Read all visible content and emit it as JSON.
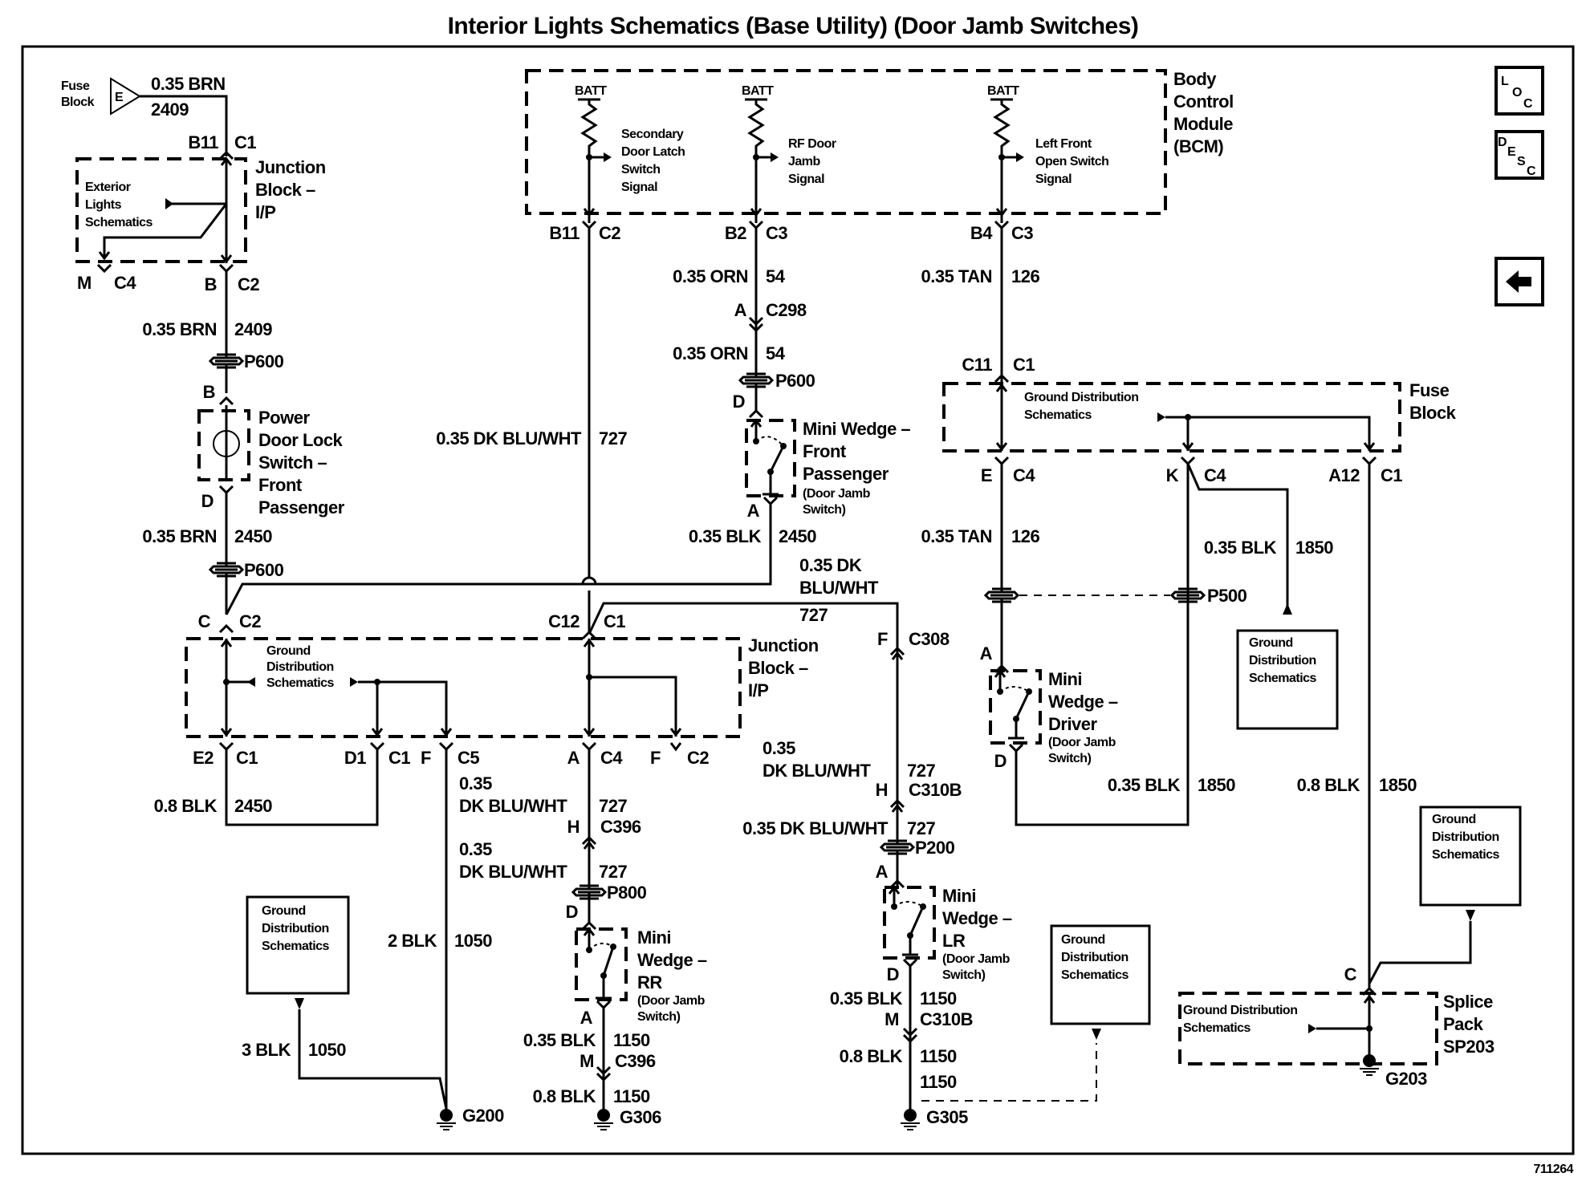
{
  "title": "Interior Lights Schematics (Base Utility) (Door Jamb Switches)",
  "figure_number": "711264",
  "nav": {
    "loc": {
      "l1": "L",
      "l2": "O",
      "l3": "C"
    },
    "desc": {
      "l1": "D",
      "l2": "E",
      "l3": "S",
      "l4": "C"
    },
    "back_icon": "←"
  },
  "components": {
    "fuse_block_src": {
      "line1": "Fuse",
      "line2": "Block",
      "pin": "E"
    },
    "jb_ip_top": {
      "line1": "Junction",
      "line2": "Block –",
      "line3": "I/P",
      "inner1": "Exterior",
      "inner2": "Lights",
      "inner3": "Schematics"
    },
    "bcm": {
      "line1": "Body",
      "line2": "Control",
      "line3": "Module",
      "line4": "(BCM)",
      "batt": "BATT",
      "sig1": [
        "Secondary",
        "Door Latch",
        "Switch",
        "Signal"
      ],
      "sig2": [
        "RF Door",
        "Jamb",
        "Signal"
      ],
      "sig3": [
        "Left Front",
        "Open Switch",
        "Signal"
      ]
    },
    "pdl_switch": {
      "line1": "Power",
      "line2": "Door Lock",
      "line3": "Switch –",
      "line4": "Front",
      "line5": "Passenger"
    },
    "mw_fp": {
      "line1": "Mini Wedge –",
      "line2": "Front",
      "line3": "Passenger",
      "line4": "(Door Jamb",
      "line5": "Switch)"
    },
    "fuse_block_right": {
      "line1": "Fuse",
      "line2": "Block",
      "inner1": "Ground Distribution",
      "inner2": "Schematics"
    },
    "jb_ip_mid": {
      "line1": "Junction",
      "line2": "Block –",
      "line3": "I/P",
      "inner1": "Ground",
      "inner2": "Distribution",
      "inner3": "Schematics"
    },
    "mw_driver": {
      "line1": "Mini",
      "line2": "Wedge –",
      "line3": "Driver",
      "line4": "(Door Jamb",
      "line5": "Switch)"
    },
    "mw_rr": {
      "line1": "Mini",
      "line2": "Wedge –",
      "line3": "RR",
      "line4": "(Door Jamb",
      "line5": "Switch)"
    },
    "mw_lr": {
      "line1": "Mini",
      "line2": "Wedge –",
      "line3": "LR",
      "line4": "(Door Jamb",
      "line5": "Switch)"
    },
    "splice_pack": {
      "line1": "Splice",
      "line2": "Pack",
      "line3": "SP203",
      "inner1": "Ground Distribution",
      "inner2": "Schematics"
    },
    "gds_box": {
      "line1": "Ground",
      "line2": "Distribution",
      "line3": "Schematics"
    }
  },
  "labels": {
    "w_035brn": "0.35 BRN",
    "n2409": "2409",
    "n2450": "2450",
    "b11": "B11",
    "c1": "C1",
    "c2": "C2",
    "c3": "C3",
    "c4": "C4",
    "c5": "C5",
    "m": "M",
    "b": "B",
    "d": "D",
    "c": "C",
    "a": "A",
    "e": "E",
    "f": "F",
    "h": "H",
    "k": "K",
    "p600": "P600",
    "p500": "P500",
    "p200": "P200",
    "p800": "P800",
    "b2": "B2",
    "b4": "B4",
    "c11": "C11",
    "c12": "C12",
    "a12": "A12",
    "e2": "E2",
    "d1": "D1",
    "w_035orn": "0.35 ORN",
    "n54": "54",
    "c298": "C298",
    "w_035tan": "0.35 TAN",
    "n126": "126",
    "w_035dkbluwht": "0.35 DK BLU/WHT",
    "n727": "727",
    "w_035dk": "0.35 DK",
    "w_bluwht": "BLU/WHT",
    "w_035": "0.35",
    "w_dkbluwht": "DK BLU/WHT",
    "w_035blk": "0.35 BLK",
    "w_08blk": "0.8 BLK",
    "w_2blk": "2 BLK",
    "w_3blk": "3 BLK",
    "n1850": "1850",
    "n1050": "1050",
    "n1150": "1150",
    "c308": "C308",
    "c310b": "C310B",
    "c396": "C396",
    "g200": "G200",
    "g306": "G306",
    "g305": "G305",
    "g203": "G203"
  }
}
